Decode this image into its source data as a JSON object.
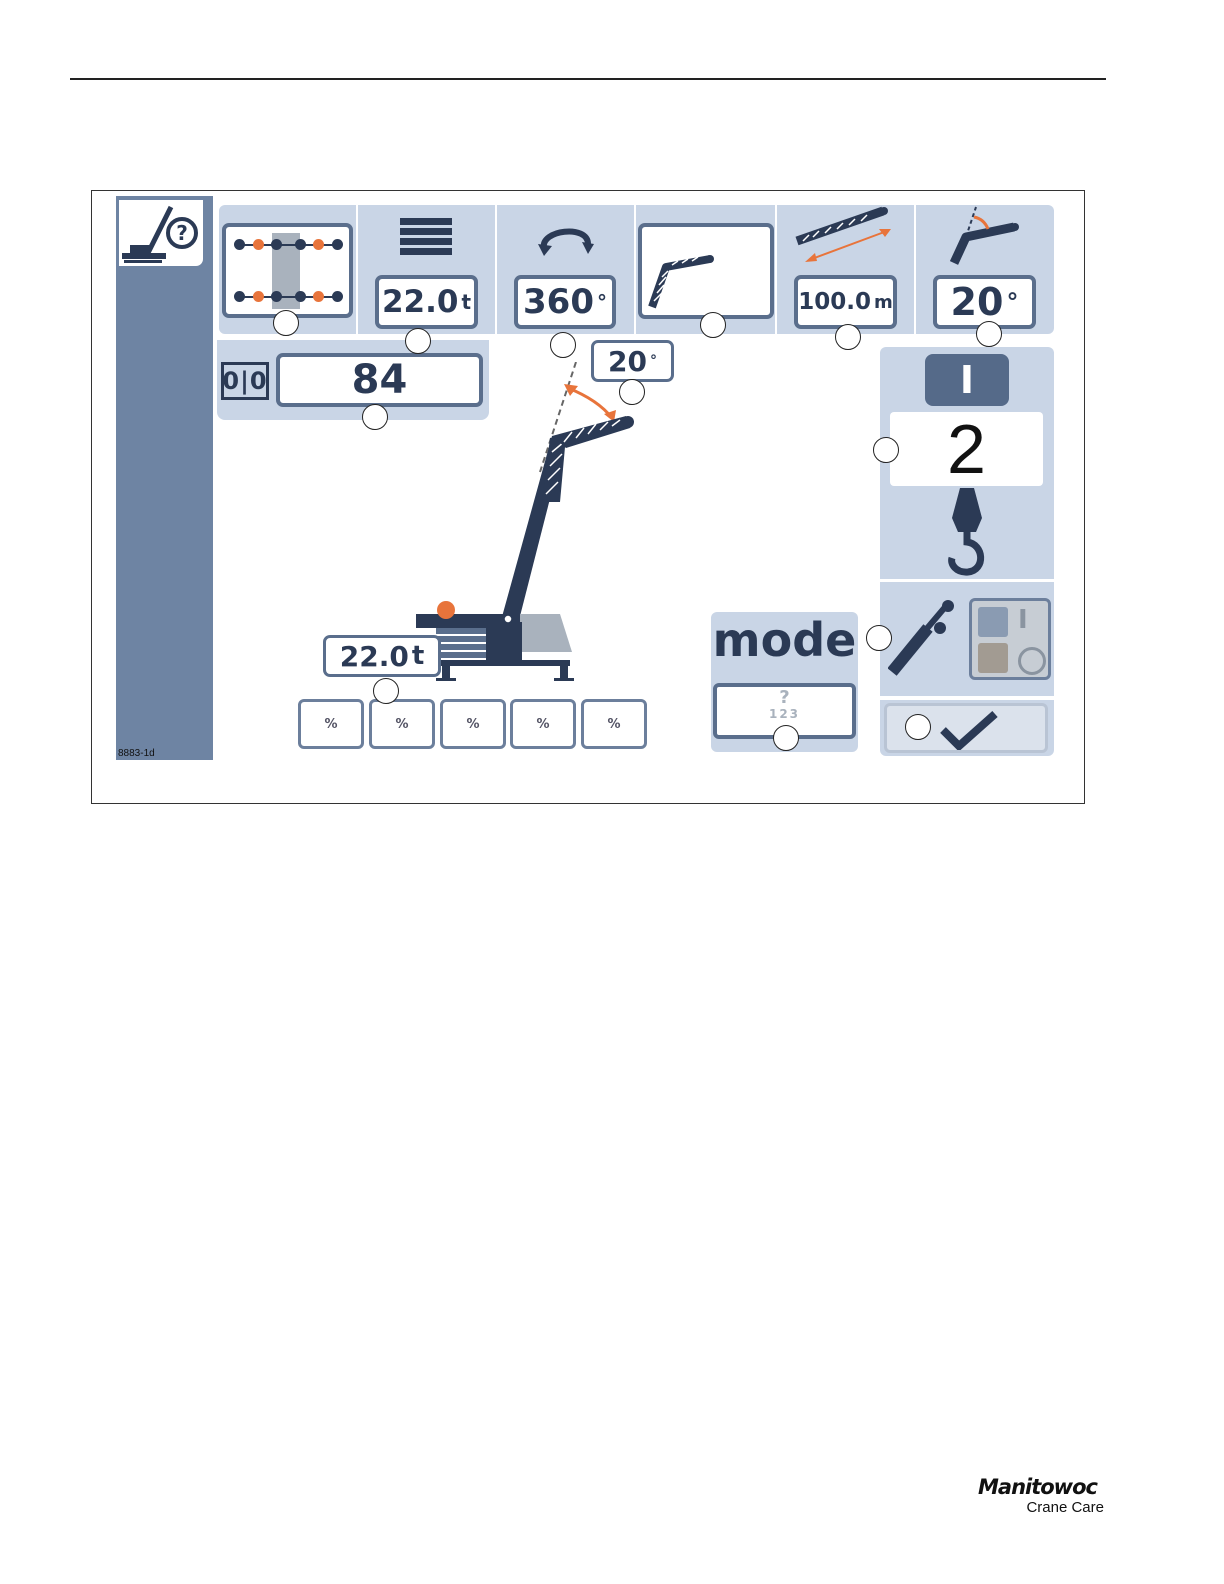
{
  "screen": {
    "payload_ton": "22.0",
    "ton_unit": "t",
    "slew_angle": "360",
    "degree_unit": "°",
    "boom_length": "100.0",
    "length_unit": "m",
    "luffing_angle": "20",
    "counter_label": "0|0",
    "counter_value": "84",
    "jib_angle": "20",
    "hook_label": "I",
    "hook_number": "2",
    "hook_load": "22.0",
    "percent_buttons": [
      "%",
      "%",
      "%",
      "%",
      "%"
    ],
    "mode_label": "mode",
    "mode_question": "?",
    "mode_steps": "123",
    "switch_top": "I"
  },
  "figure_id": "8883-1d",
  "brand": {
    "logo_text": "Manitowoc",
    "subline": "Crane Care"
  },
  "colors": {
    "accent": "#e8743b",
    "dark": "#2b3a55",
    "panel": "#c9d5e6",
    "sidebar": "#6e84a3"
  }
}
